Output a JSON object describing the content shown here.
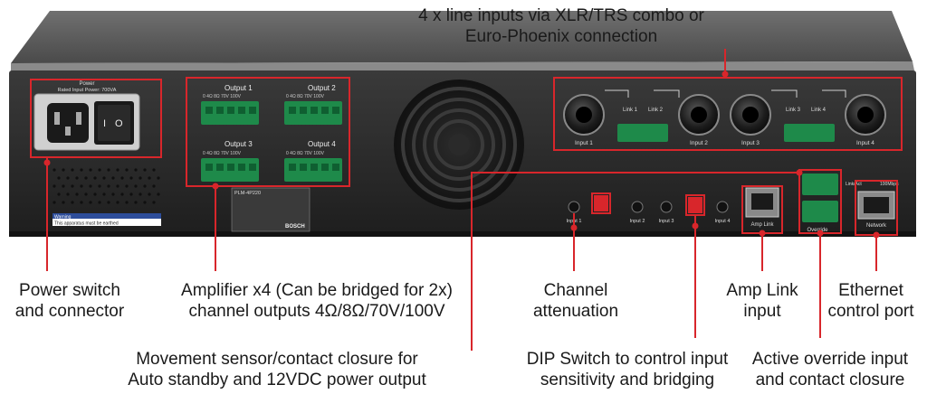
{
  "callouts": {
    "line_inputs": "4 x line inputs via XLR/TRS combo or\nEuro-Phoenix connection",
    "power_switch": "Power switch\nand connector",
    "amplifier": "Amplifier x4 (Can be bridged for 2x)\nchannel outputs 4Ω/8Ω/70V/100V",
    "channel_attenuation": "Channel\nattenuation",
    "amp_link": "Amp Link\ninput",
    "ethernet": "Ethernet\ncontrol port",
    "movement_sensor": "Movement sensor/contact closure for\nAuto standby and 12VDC power output",
    "dip_switch": "DIP Switch to control input\nsensitivity and bridging",
    "override": "Active override input\nand contact closure"
  },
  "panel": {
    "power_title": "Power",
    "power_rating": "Rated Input Power: 700VA",
    "outputs": [
      "Output 1",
      "Output 2",
      "Output 3",
      "Output 4"
    ],
    "output_scale": "0  4Ω  8Ω  70V  100V",
    "inputs": [
      "Input 1",
      "Input 2",
      "Input 3",
      "Input 4"
    ],
    "links": [
      "Link 1",
      "Link 2",
      "Link 3",
      "Link 4"
    ],
    "front_inputs": [
      "Input 1",
      "Input 2",
      "Input 3",
      "Input 4"
    ],
    "amp_link_label": "Amp Link",
    "network_label": "Network",
    "link_act_label": "Link/Act",
    "speed_label": "100Mbps",
    "override_label": "Override",
    "brand": "BOSCH",
    "model": "PLM-4P220",
    "warning": "Warning",
    "warning_text": "This apparatus must be earthed"
  },
  "colors": {
    "accent": "#d8262b",
    "chassis": "#2a2a2a",
    "connector_green": "#1e8a4a"
  }
}
